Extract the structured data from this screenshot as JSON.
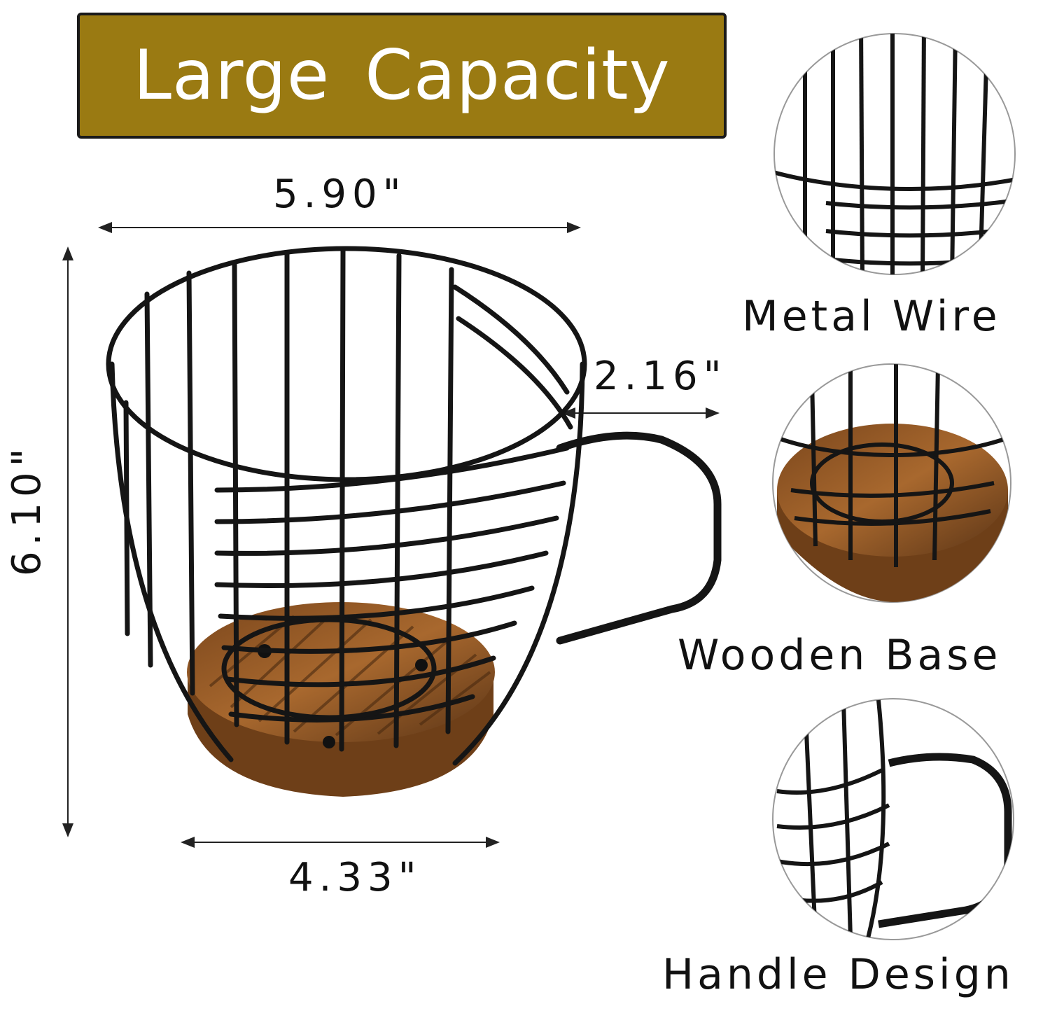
{
  "banner": {
    "title": "Large Capacity",
    "background_color": "#9A7A12"
  },
  "dimensions": {
    "top_width": "5.90\"",
    "height": "6.10\"",
    "handle_depth": "2.16\"",
    "base_width": "4.33\""
  },
  "features": [
    {
      "label": "Metal Wire"
    },
    {
      "label": "Wooden Base"
    },
    {
      "label": "Handle Design"
    }
  ],
  "colors": {
    "wire": "#151515",
    "wood_dark": "#5a3416",
    "wood_light": "#a8682e"
  }
}
